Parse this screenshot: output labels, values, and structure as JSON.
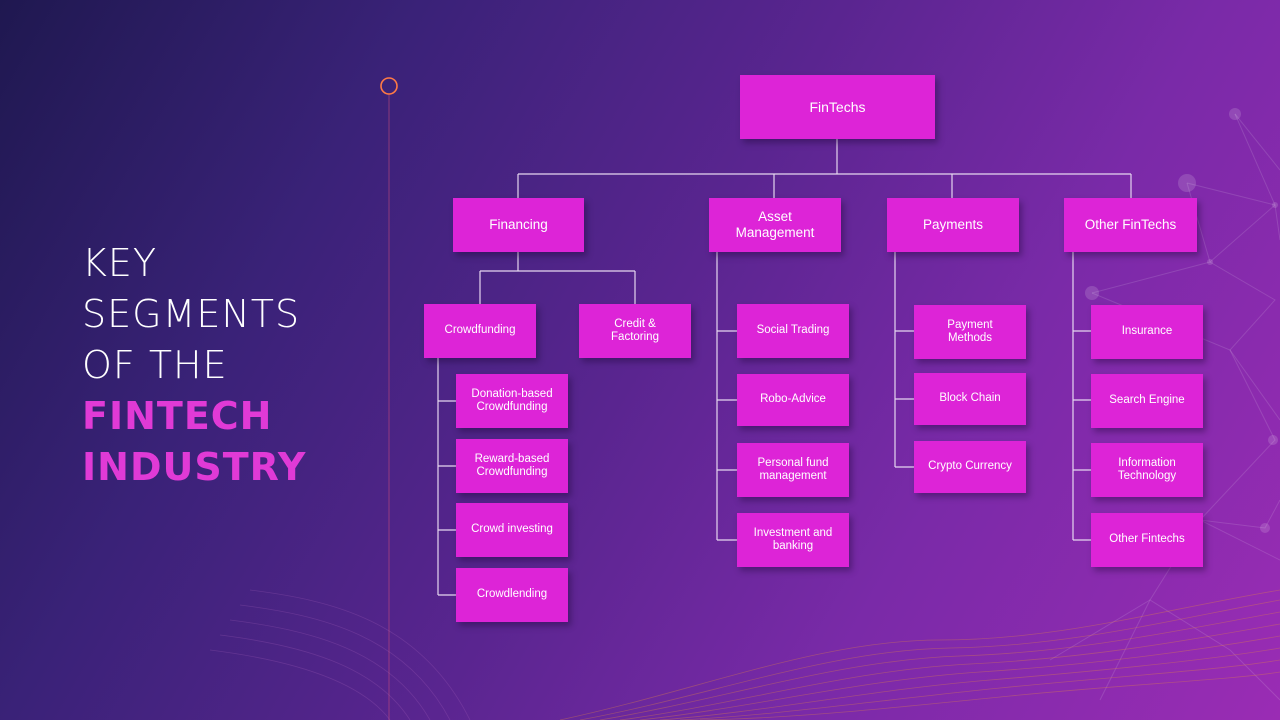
{
  "title": {
    "line1": "KEY",
    "line2": "SEGMENTS",
    "line3": "OF THE",
    "line4": "FINTECH",
    "line5": "INDUSTRY"
  },
  "colors": {
    "box": "#dd24d7",
    "highlight": "#e03ad6",
    "connector": "#e6d6f0"
  },
  "diagram": {
    "root": "FinTechs",
    "financing": {
      "label": "Financing",
      "crowdfunding": {
        "label": "Crowdfunding",
        "children": [
          "Donation-based\nCrowdfunding",
          "Reward-based\nCrowdfunding",
          "Crowd investing",
          "Crowdlending"
        ]
      },
      "credit": "Credit &\nFactoring"
    },
    "asset": {
      "label": "Asset\nManagement",
      "children": [
        "Social Trading",
        "Robo-Advice",
        "Personal fund\nmanagement",
        "Investment and\nbanking"
      ]
    },
    "payments": {
      "label": "Payments",
      "children": [
        "Payment\nMethods",
        "Block Chain",
        "Crypto Currency"
      ]
    },
    "other": {
      "label": "Other FinTechs",
      "children": [
        "Insurance",
        "Search Engine",
        "Information\nTechnology",
        "Other Fintechs"
      ]
    }
  }
}
